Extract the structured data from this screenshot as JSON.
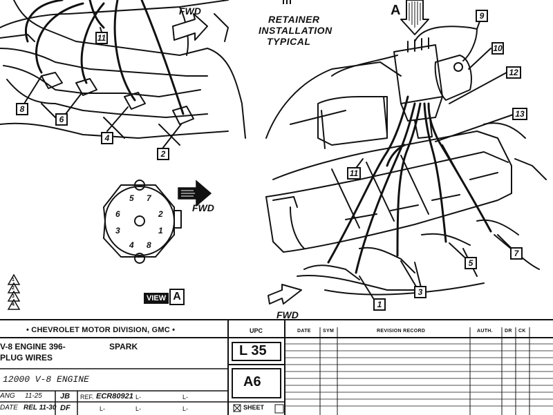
{
  "diagram": {
    "fwd_labels": [
      "FWD",
      "FWD",
      "FWD"
    ],
    "retainer_note": [
      "RETAINER",
      "INSTALLATION",
      "TYPICAL"
    ],
    "view_marker": "A",
    "view_label": "VIEW",
    "view_letter": "A",
    "left_callouts": [
      "11",
      "8",
      "6",
      "4",
      "2"
    ],
    "right_callouts": [
      "9",
      "10",
      "12",
      "13",
      "11",
      "7",
      "5",
      "3",
      "1"
    ],
    "cap_numbers": [
      "5",
      "7",
      "6",
      "2",
      "3",
      "1",
      "4",
      "8"
    ],
    "revision_triangles": [
      "1",
      "2",
      "3",
      "4"
    ]
  },
  "title_block": {
    "company": "• CHEVROLET MOTOR DIVISION, GMC •",
    "title_line1_a": "V-8 ENGINE 396-",
    "title_line1_b": "SPARK",
    "title_line2": "PLUG WIRES",
    "part_no": "12000 V-8 ENGINE",
    "upc_label": "UPC",
    "upc_value": "L 35",
    "sheet_code": "A6",
    "drawn_label": "ANG",
    "drawn_date": "11-25",
    "drawn_initials": "JB",
    "date_rel_label": "DATE",
    "date_rel_value": "REL 11-30",
    "date_rel_initials": "DF",
    "ref_label": "REF.",
    "ref_value": "ECR80921",
    "l_marks": [
      "L-",
      "L-",
      "L-",
      "L-",
      "L-"
    ],
    "sheet_label": "SHEET",
    "rev_headers": [
      "DATE",
      "SYM",
      "REVISION RECORD",
      "AUTH.",
      "DR",
      "CK"
    ]
  }
}
